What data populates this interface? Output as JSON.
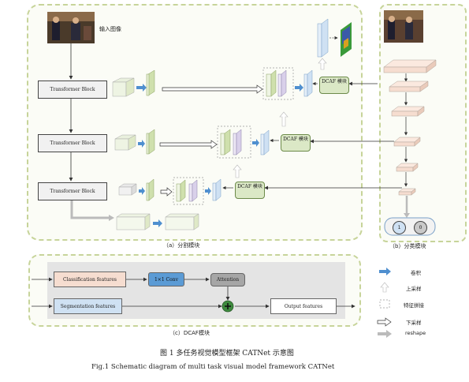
{
  "panel_a": {
    "input_label": "输入图像",
    "blocks": [
      "Transformer Block",
      "Transformer Block",
      "Transformer Block"
    ],
    "dcaf": [
      "DCAF 模块",
      "DCAF 模块",
      "DCAF 模块"
    ],
    "caption": "（a）分割模块"
  },
  "panel_b": {
    "caption": "（b）分类模块",
    "circle_1": "1",
    "circle_0": "0"
  },
  "panel_c": {
    "classification_features": "Classification features",
    "conv": "1×1 Conv",
    "attention": "Attention",
    "segmentation_features": "Segmentation features",
    "output_features": "Output features",
    "caption": "（c）DCAF模块"
  },
  "legend": [
    {
      "label": "卷积",
      "icon": "blue-arrow-icon"
    },
    {
      "label": "上采样",
      "icon": "up-arrow-icon"
    },
    {
      "label": "特征拼接",
      "icon": "dashed-box-icon"
    },
    {
      "label": "下采样",
      "icon": "hollow-arrow-icon"
    },
    {
      "label": "reshape",
      "icon": "gray-arrow-icon"
    }
  ],
  "figure": {
    "caption_cn": "图 1 多任务视觉模型框架 CATNet 示意图",
    "caption_en": "Fig.1 Schematic diagram of multi task visual model framework CATNet"
  },
  "colors": {
    "panel_border": "#c7d49a",
    "dcaf_fill": "#dbe8c6",
    "conv_fill": "#5b9bd5",
    "feature_green": "#dfe9c7",
    "feature_purple": "#d9d0ea",
    "feature_blue": "#cfe1f3",
    "peach": "#f6ddd0"
  }
}
